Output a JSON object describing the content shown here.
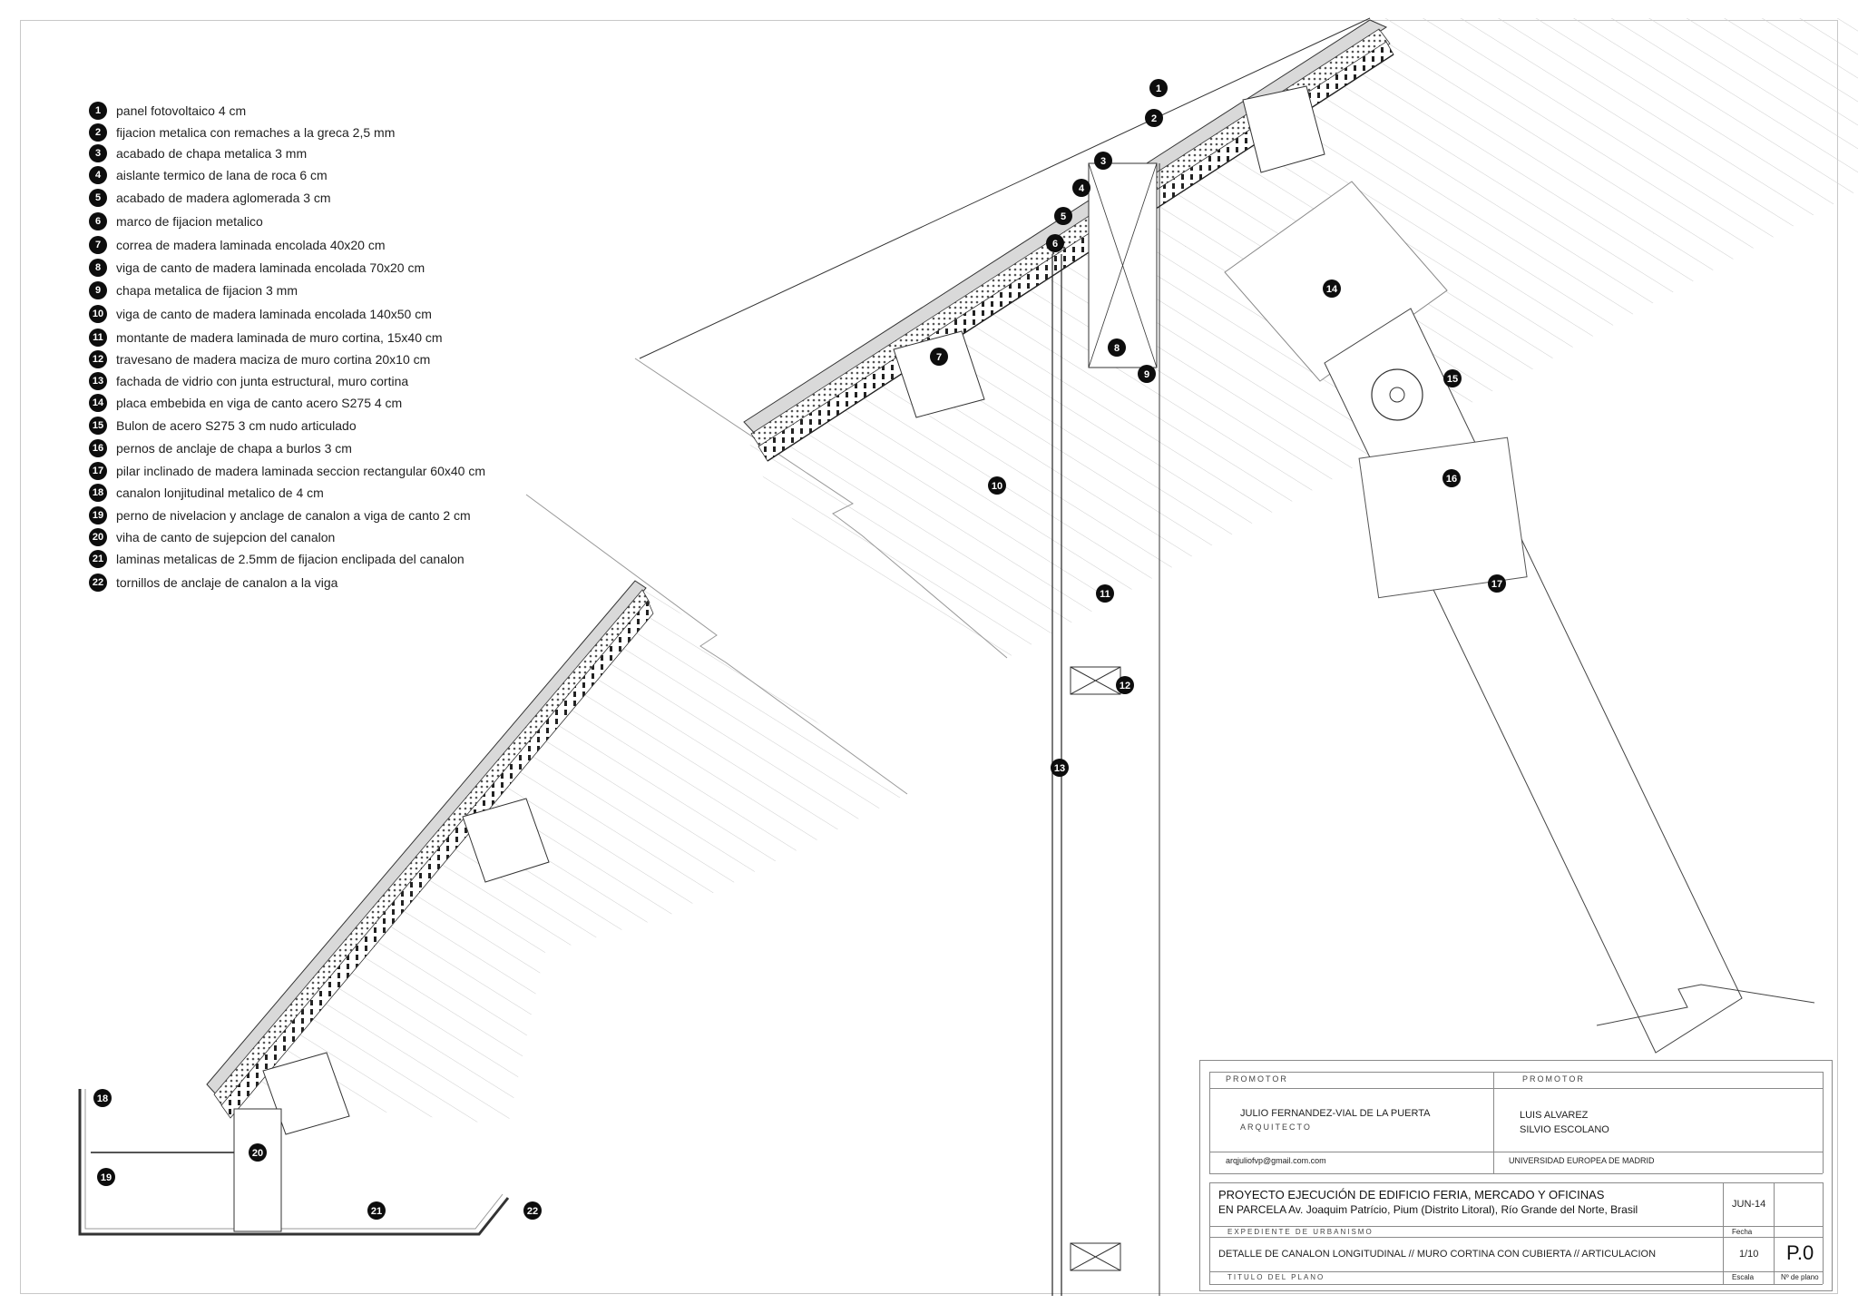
{
  "legend": [
    {
      "num": "1",
      "text": "panel fotovoltaico 4 cm"
    },
    {
      "num": "2",
      "text": "fijacion metalica con remaches a la greca 2,5 mm"
    },
    {
      "num": "3",
      "text": "acabado de chapa metalica 3 mm"
    },
    {
      "num": "4",
      "text": "aislante termico de lana de roca 6 cm"
    },
    {
      "num": "5",
      "text": "acabado de madera aglomerada 3 cm"
    },
    {
      "num": "6",
      "text": "marco de fijacion metalico"
    },
    {
      "num": "7",
      "text": "correa de madera laminada encolada 40x20 cm"
    },
    {
      "num": "8",
      "text": "viga de canto de madera laminada encolada 70x20 cm"
    },
    {
      "num": "9",
      "text": "chapa metalica de fijacion 3 mm"
    },
    {
      "num": "10",
      "text": "viga de canto de madera laminada encolada 140x50 cm"
    },
    {
      "num": "11",
      "text": "montante de madera laminada de muro cortina, 15x40 cm"
    },
    {
      "num": "12",
      "text": "travesano de madera maciza de muro cortina 20x10 cm"
    },
    {
      "num": "13",
      "text": "fachada de vidrio con junta estructural, muro cortina"
    },
    {
      "num": "14",
      "text": "placa embebida en viga de canto acero S275 4 cm"
    },
    {
      "num": "15",
      "text": "Bulon de acero S275 3 cm nudo articulado"
    },
    {
      "num": "16",
      "text": "pernos de anclaje de chapa a burlos 3 cm"
    },
    {
      "num": "17",
      "text": "pilar inclinado de madera laminada seccion rectangular 60x40 cm"
    },
    {
      "num": "18",
      "text": "canalon lonjitudinal metalico de 4 cm"
    },
    {
      "num": "19",
      "text": "perno de nivelacion y anclage de canalon a viga de canto 2 cm"
    },
    {
      "num": "20",
      "text": "viha de canto de sujepcion del canalon"
    },
    {
      "num": "21",
      "text": "laminas metalicas de 2.5mm de fijacion enclipada del canalon"
    },
    {
      "num": "22",
      "text": "tornillos de anclaje de canalon a la viga"
    }
  ],
  "callouts": [
    "1",
    "2",
    "3",
    "4",
    "5",
    "6",
    "7",
    "8",
    "9",
    "10",
    "11",
    "12",
    "13",
    "14",
    "15",
    "16",
    "17",
    "18",
    "19",
    "20",
    "21",
    "22"
  ],
  "titleblock": {
    "promotor_left_label": "PROMOTOR",
    "promotor_right_label": "PROMOTOR",
    "architect_name": "JULIO FERNANDEZ-VIAL DE LA PUERTA",
    "architect_role": "ARQUITECTO",
    "promotor_name_1": "LUIS ALVAREZ",
    "promotor_name_2": "SILVIO ESCOLANO",
    "email": "arqjuliofvp@gmail.com.com",
    "university": "UNIVERSIDAD EUROPEA DE MADRID",
    "project_line_1": "PROYECTO EJECUCIÓN DE EDIFICIO FERIA, MERCADO Y OFICINAS",
    "project_line_2": "EN PARCELA  Av. Joaquim Patrício, Pium (Distrito Litoral), Río Grande  del Norte, Brasil",
    "date": "JUN-14",
    "expediente_label": "EXPEDIENTE DE URBANISMO",
    "fecha_label": "Fecha",
    "plan_title": "DETALLE DE CANALON LONGITUDINAL // MURO CORTINA CON CUBIERTA // ARTICULACION",
    "scale": "1/10",
    "plan_number": "P.0",
    "titulo_label": "TITULO DEL PLANO",
    "escala_label": "Escala",
    "nplano_label": "Nº de plano"
  }
}
